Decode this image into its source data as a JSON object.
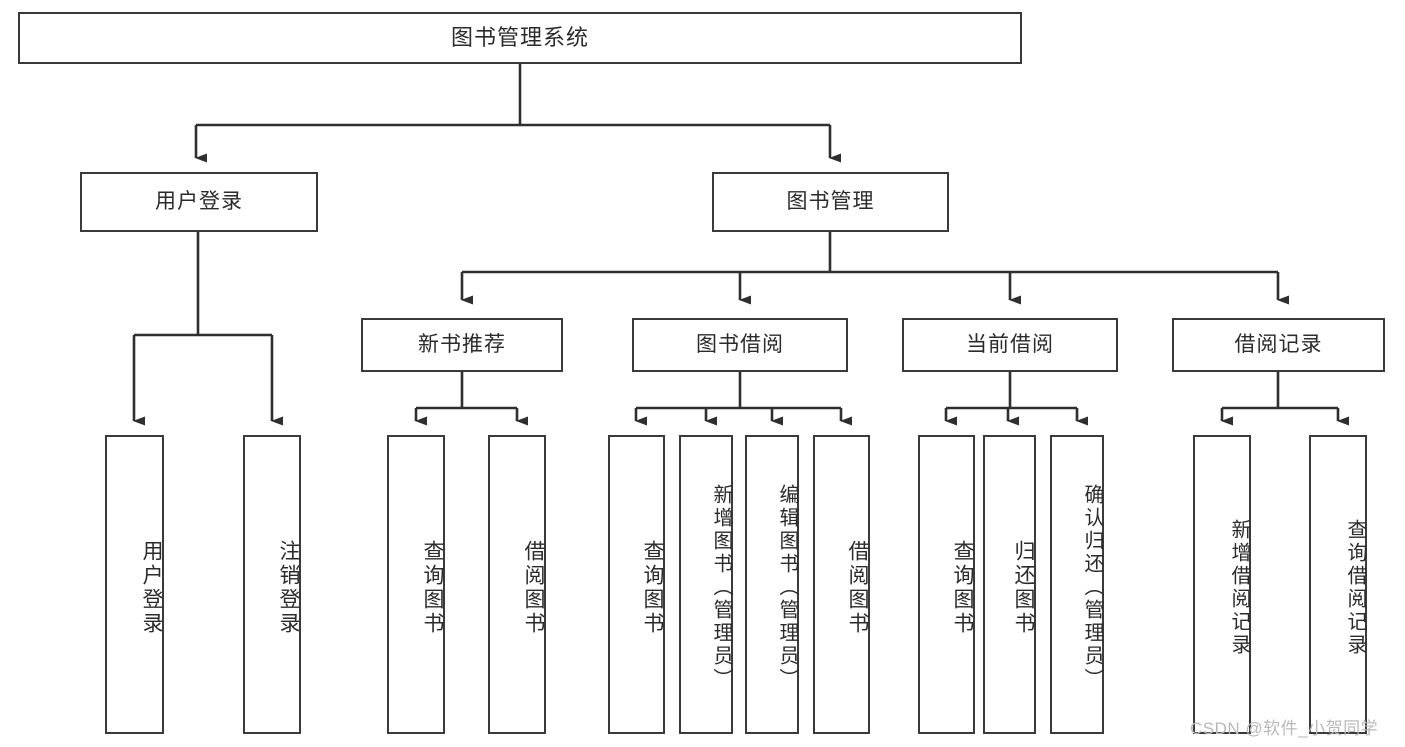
{
  "diagram": {
    "type": "tree-hierarchy",
    "title": "图书管理系统",
    "watermark": "CSDN @软件_小贺同学",
    "colors": {
      "box_border": "#3a3a3a",
      "box_fill": "#ffffff",
      "connector": "#2f2f2f",
      "text": "#2b2b2b",
      "watermark": "#b9b9b9"
    },
    "levels": {
      "root": {
        "label": "图书管理系统"
      },
      "level2": [
        {
          "id": "user-login",
          "label": "用户登录"
        },
        {
          "id": "book-manage",
          "label": "图书管理"
        }
      ],
      "level3": [
        {
          "id": "new-book-rec",
          "label": "新书推荐",
          "parent": "book-manage"
        },
        {
          "id": "book-borrow",
          "label": "图书借阅",
          "parent": "book-manage"
        },
        {
          "id": "current-borrow",
          "label": "当前借阅",
          "parent": "book-manage"
        },
        {
          "id": "borrow-record",
          "label": "借阅记录",
          "parent": "book-manage"
        }
      ],
      "leaves": {
        "user-login": [
          "用户登录",
          "注销登录"
        ],
        "new-book-rec": [
          "查询图书",
          "借阅图书"
        ],
        "book-borrow": [
          "查询图书",
          "新增图书（管理员）",
          "编辑图书（管理员）",
          "借阅图书"
        ],
        "current-borrow": [
          "查询图书",
          "归还图书",
          "确认归还（管理员）"
        ],
        "borrow-record": [
          "新增借阅记录",
          "查询借阅记录"
        ]
      }
    }
  }
}
